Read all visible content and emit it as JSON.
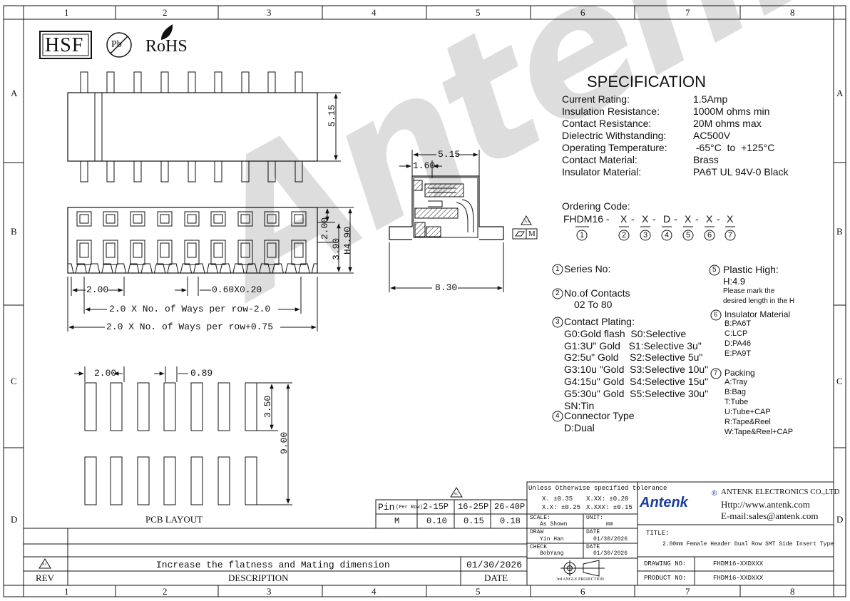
{
  "grid": {
    "columns": [
      "1",
      "2",
      "3",
      "4",
      "5",
      "6",
      "7",
      "8"
    ],
    "rows": [
      "A",
      "B",
      "C",
      "D"
    ]
  },
  "certifications": {
    "hsf": "HSF",
    "pb": "Pb",
    "rohs": "RoHS"
  },
  "watermark": "Antenk",
  "side_view": {
    "height_dim": "5.15"
  },
  "front_view": {
    "dim_200": "2.00",
    "dim_390": "3.90",
    "dim_h490": "H4.90",
    "pitch": "2.00",
    "pin_size": "0.60X0.20",
    "len_a": "2.0 X No. of Ways per row-2.0",
    "len_b": "2.0 X No. of Ways per row+0.75"
  },
  "pcb_layout": {
    "pitch": "2.00",
    "pad_width": "0.89",
    "pad_len": "3.50",
    "span": "9.00",
    "title": "PCB LAYOUT"
  },
  "section_view": {
    "width": "5.15",
    "offset": "1.60",
    "depth": "8.30",
    "rev_mark": "A1",
    "flag": "M"
  },
  "specification": {
    "title": "SPECIFICATION",
    "rows": [
      {
        "label": "Current Rating:",
        "value": "1.5Amp"
      },
      {
        "label": "Insulation Resistance:",
        "value": "1000M ohms min"
      },
      {
        "label": "Contact Resistance:",
        "value": "20M ohms max"
      },
      {
        "label": "Dielectric Withstanding:",
        "value": "AC500V"
      },
      {
        "label": "Operating Temperature:",
        "value": " -65°C  to  +125°C"
      },
      {
        "label": "Contact Material:",
        "value": "Brass"
      },
      {
        "label": "Insulator Material:",
        "value": "PA6T UL 94V-0 Black"
      }
    ]
  },
  "ordering": {
    "label": "Ordering Code:",
    "prefix": "FHDM16 -",
    "segments": [
      "X",
      "X",
      "D",
      "X",
      "X",
      "X"
    ],
    "numbers": [
      "1",
      "2",
      "3",
      "4",
      "5",
      "6",
      "7"
    ]
  },
  "legend": {
    "series": {
      "num": "1",
      "title": "Series No:"
    },
    "contacts": {
      "num": "2",
      "title": "No.of Contacts",
      "value": "02 To 80"
    },
    "plating": {
      "num": "3",
      "title": "Contact Plating:",
      "items": [
        "G0:Gold flash  S0:Selective",
        "G1:3U\" Gold   S1:Selective 3u\"",
        "G2:5u\" Gold    S2:Selective 5u\"",
        "G3:10u \"Gold  S3:Selective 10u\"",
        "G4:15u\" Gold  S4:Selective 15u\"",
        "G5:30u\" Gold  S5:Selective 30u\"",
        "SN:Tin"
      ]
    },
    "type": {
      "num": "4",
      "title": "Connector Type",
      "value": "D:Dual"
    },
    "plastic": {
      "num": "5",
      "title": "Plastic High:",
      "value": "H:4.9",
      "note1": "Please mark the",
      "note2": "desired length in the H"
    },
    "insulator": {
      "num": "6",
      "title": "Insulator Material",
      "items": [
        "B:PA6T",
        "C:LCP",
        "D:PA46",
        "E:PA9T"
      ]
    },
    "packing": {
      "num": "7",
      "title": "Packing",
      "items": [
        "A:Tray",
        "B:Bag",
        "T:Tube",
        "U:Tube+CAP",
        "R:Tape&Reel",
        "W:Tape&Reel+CAP"
      ]
    }
  },
  "pin_table": {
    "rev_mark": "A1",
    "header_pin": "Pin",
    "header_pin_sub": "(Per Row)",
    "headers": [
      "2-15P",
      "16-25P",
      "26-40P"
    ],
    "row_label": "M",
    "values": [
      "0.10",
      "0.15",
      "0.18"
    ]
  },
  "tolerance": {
    "title": "Unless Otherwise specified tolerance",
    "l1": "X. ±0.35",
    "l2": "X.XX: ±0.20",
    "l3": "X.X: ±0.25",
    "l4": "X.XXX: ±0.15",
    "scale_label": "SCALE:",
    "scale_value": "As Shown",
    "unit_label": "UNIT:",
    "unit_value": "mm",
    "draw_label": "DRAW",
    "draw_name": "Yin Han",
    "draw_date_label": "DATE",
    "draw_date": "01/30/2026",
    "check_label": "CHECK",
    "check_name": "BobYang",
    "check_date_label": "DATE",
    "check_date": "01/30/2026",
    "projection": "3rd ANGLE PROJECTION"
  },
  "company": {
    "logo": "Antenk",
    "reg": "®",
    "name": "ANTENK ELECTRONICS CO.,LTD",
    "web": "Http://www.antenk.com",
    "email": "E-mail:sales@antenk.com"
  },
  "title_block": {
    "title_label": "TITLE:",
    "title_value": "2.00mm Female Header Dual Row SMT Side Insert Type",
    "drawing_label": "DRAWING NO:",
    "drawing_value": "FHDM16-XXDXXX",
    "product_label": "PRODUCT NO:",
    "product_value": "FHDM16-XXDXXX"
  },
  "revision": {
    "rev_mark": "A1",
    "description": "Increase the flatness and Mating dimension",
    "date": "01/30/2026",
    "rev_header": "REV",
    "desc_header": "DESCRIPTION",
    "date_header": "DATE"
  }
}
